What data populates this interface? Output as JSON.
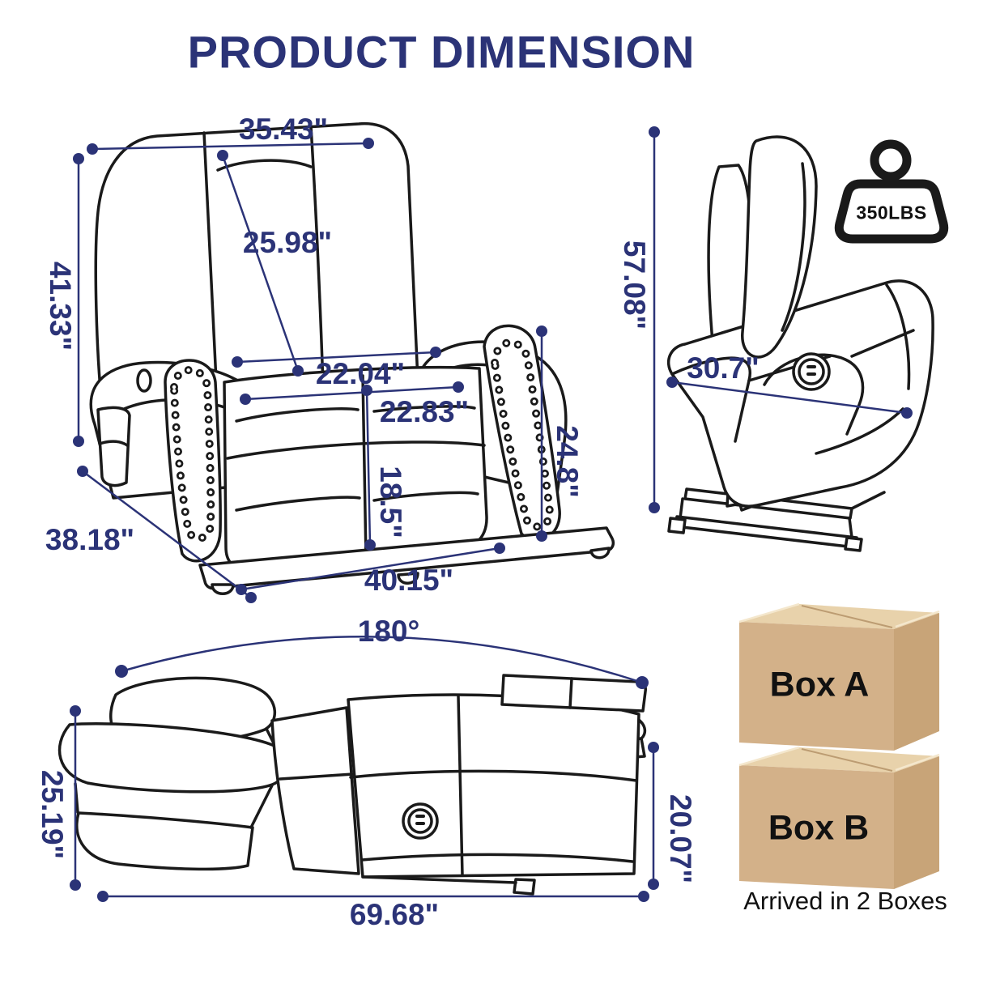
{
  "title": "PRODUCT DIMENSION",
  "colors": {
    "accent": "#2b3377",
    "line_art": "#1a1a1a",
    "box_front": "#d3b189",
    "box_top": "#e8d2ab",
    "box_side": "#c8a478"
  },
  "front_view": {
    "top_width": "35.43\"",
    "back_diagonal": "25.98\"",
    "overall_height": "41.33\"",
    "seat_width": "22.04\"",
    "armrest_span": "22.83\"",
    "seat_height": "18.5\"",
    "arm_height": "24.8\"",
    "overall_depth": "38.18\"",
    "bottom_width": "40.15\""
  },
  "side_view": {
    "lift_height": "57.08\"",
    "backrest_length": "30.7\"",
    "weight_capacity": "350LBS"
  },
  "reclined_view": {
    "recline_angle": "180°",
    "back_height": "25.19\"",
    "footrest_height": "20.07\"",
    "total_length": "69.68\""
  },
  "packaging": {
    "box_a": "Box A",
    "box_b": "Box B",
    "note": "Arrived in 2 Boxes"
  }
}
